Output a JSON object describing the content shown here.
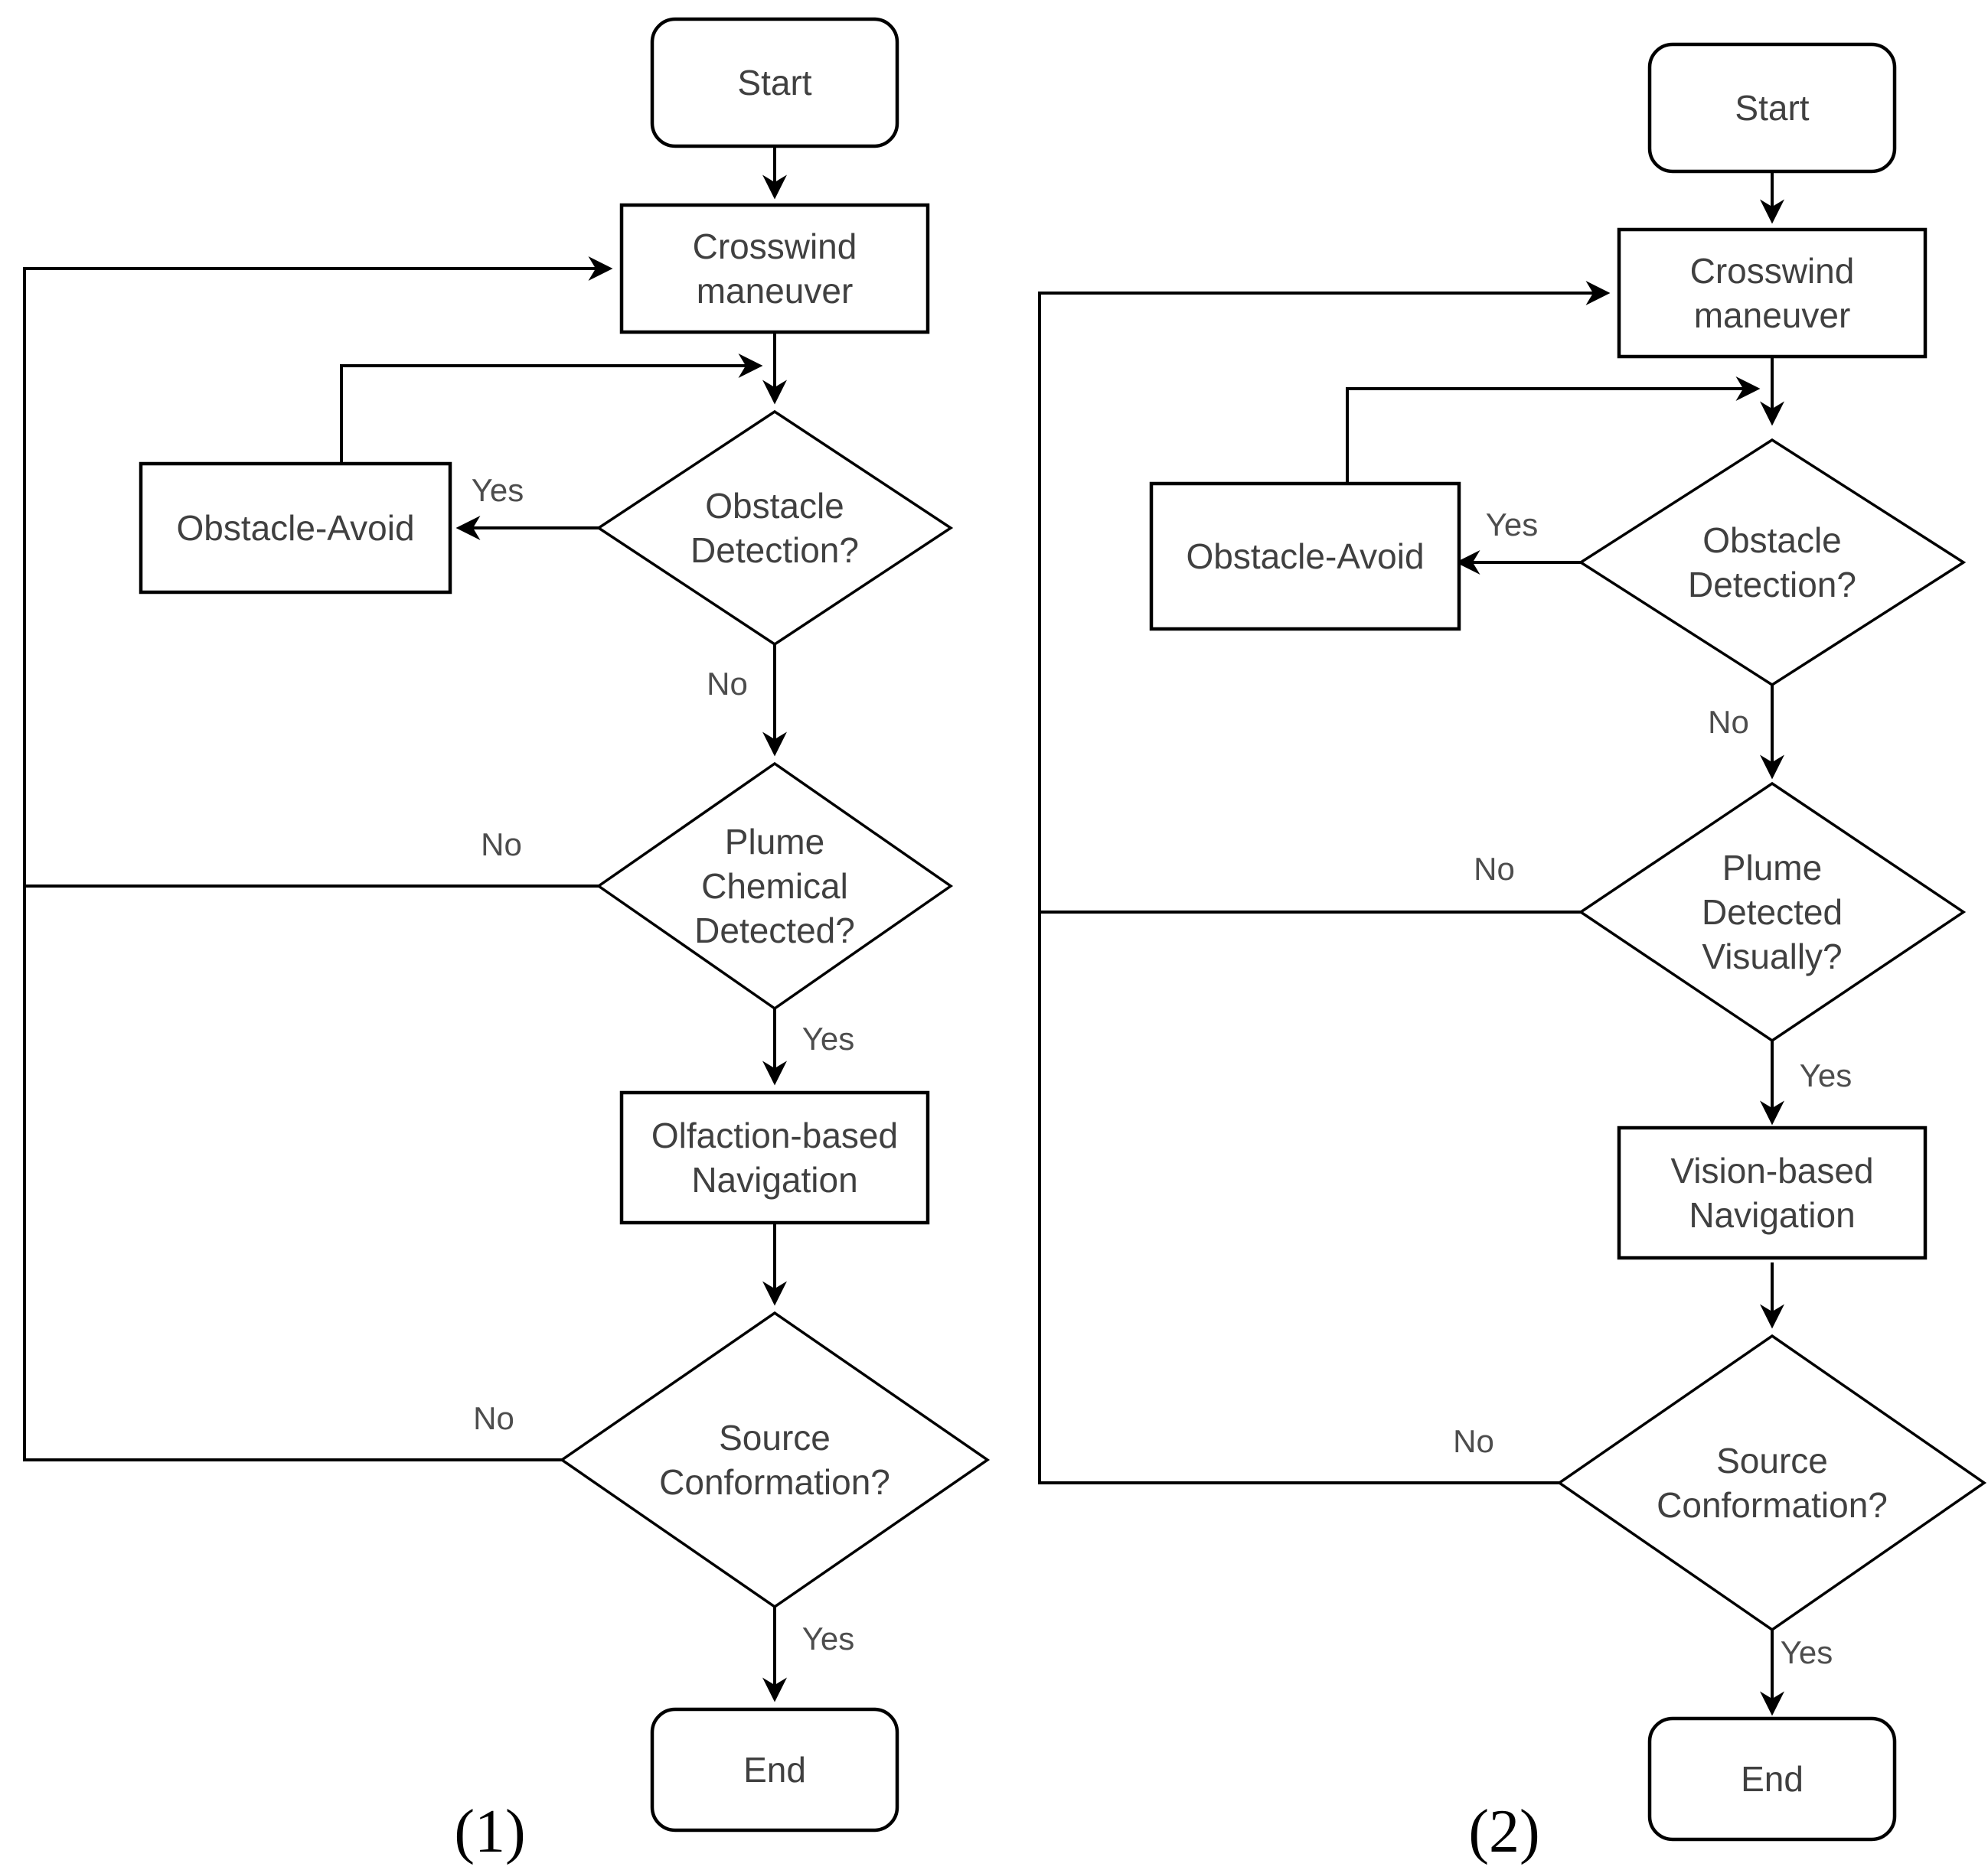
{
  "colors": {
    "line": "#000000",
    "node_text": "#404040",
    "edge_label_text": "#4d4d4d",
    "background": "#ffffff"
  },
  "f1": {
    "caption": "(1)",
    "start": [
      "Start"
    ],
    "crosswind": [
      "Crosswind",
      "maneuver"
    ],
    "obstacle_q": [
      "Obstacle",
      "Detection?"
    ],
    "obstacle_avoid": [
      "Obstacle-Avoid"
    ],
    "plume_q": [
      "Plume",
      "Chemical",
      "Detected?"
    ],
    "nav": [
      "Olfaction-based",
      "Navigation"
    ],
    "source_q": [
      "Source",
      "Conformation?"
    ],
    "end": [
      "End"
    ],
    "labels": {
      "obstacle_yes": "Yes",
      "obstacle_no": "No",
      "plume_no": "No",
      "plume_yes": "Yes",
      "source_no": "No",
      "source_yes": "Yes"
    }
  },
  "f2": {
    "caption": "(2)",
    "start": [
      "Start"
    ],
    "crosswind": [
      "Crosswind",
      "maneuver"
    ],
    "obstacle_q": [
      "Obstacle",
      "Detection?"
    ],
    "obstacle_avoid": [
      "Obstacle-Avoid"
    ],
    "plume_q": [
      "Plume",
      "Detected",
      "Visually?"
    ],
    "nav": [
      "Vision-based",
      "Navigation"
    ],
    "source_q": [
      "Source",
      "Conformation?"
    ],
    "end": [
      "End"
    ],
    "labels": {
      "obstacle_yes": "Yes",
      "obstacle_no": "No",
      "plume_no": "No",
      "plume_yes": "Yes",
      "source_no": "No",
      "source_yes": "Yes"
    }
  }
}
